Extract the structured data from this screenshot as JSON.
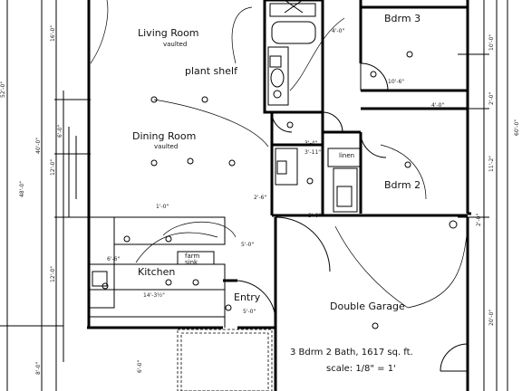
{
  "rooms": {
    "living": "Living Room",
    "living_sub": "vaulted",
    "plant_shelf": "plant shelf",
    "dining": "Dining Room",
    "dining_sub": "vaulted",
    "bdrm3": "Bdrm 3",
    "bdrm2": "Bdrm 2",
    "kitchen": "Kitchen",
    "entry": "Entry",
    "garage": "Double Garage",
    "linen": "linen",
    "farm_sink": "farm",
    "farm_sink2": "sink"
  },
  "title_block": {
    "line1": "3 Bdrm 2 Bath, 1617 sq. ft.",
    "line2": "scale: 1/8\" = 1'"
  },
  "dimensions": {
    "overall_left": "52'-0\"",
    "left_48": "48'-0\"",
    "left_40": "40'-0\"",
    "left_16": "16'-0\"",
    "left_6": "6'-0\"",
    "left_12a": "12'-0\"",
    "left_12b": "12'-0\"",
    "left_8": "8'-0\"",
    "right_60": "60'-0\"",
    "right_10": "10'-0\"",
    "right_11": "11'-2\"",
    "right_20": "20'-0\"",
    "right_2a": "2'-0\"",
    "right_2b": "2'-0\"",
    "bdrm3_width": "10'-6\"",
    "bath_4": "4'-0\"",
    "closet_4": "4'-0\"",
    "kitchen_5": "5'-0\"",
    "kitchen_6": "6'-6\"",
    "kitchen_14": "14'-3½\"",
    "entry_5": "5'-0\"",
    "hall_3": "3'-4\"",
    "hall_3b": "3'-11\"",
    "door_3": "3'-0\"",
    "door_2": "2'-6\"",
    "post_1": "1'-0\"",
    "entry_6": "6'-0\""
  }
}
